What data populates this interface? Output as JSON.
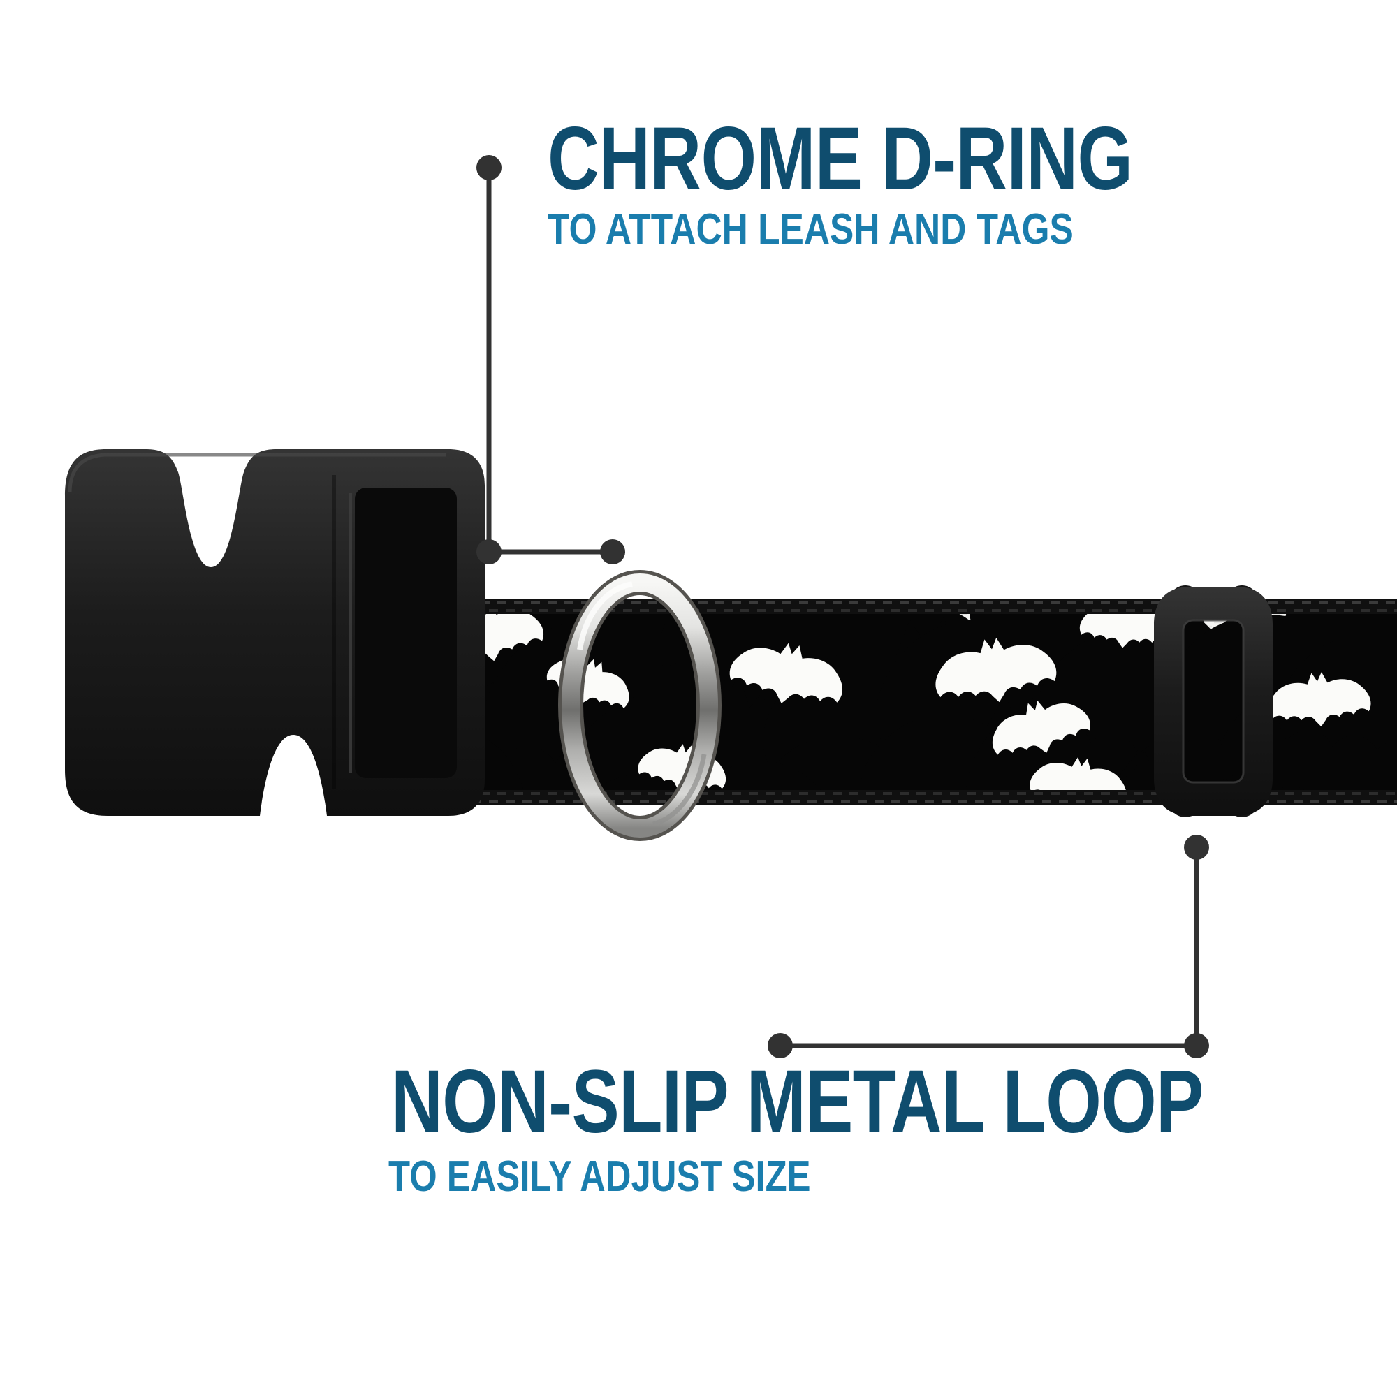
{
  "page": {
    "background": "#ffffff",
    "kind": "product-feature-infographic"
  },
  "colors": {
    "heading_navy": "#0f4d6e",
    "subheading_blue": "#1a7dad",
    "callout_line": "#323232",
    "plastic_black": "#1c1c1c",
    "webbing_white": "#f5f5f3",
    "bat_black": "#060606",
    "chrome_silver": "#d8d8d6"
  },
  "callout_top": {
    "title": "CHROME D-RING",
    "subtitle": "TO ATTACH LEASH AND TAGS"
  },
  "callout_bottom": {
    "title": "NON-SLIP METAL LOOP",
    "subtitle": "TO EASILY ADJUST SIZE"
  },
  "product": {
    "parts": [
      {
        "name": "side-release-buckle"
      },
      {
        "name": "bat-pattern-webbing"
      },
      {
        "name": "chrome-d-ring"
      },
      {
        "name": "adjustment-slider"
      }
    ]
  }
}
